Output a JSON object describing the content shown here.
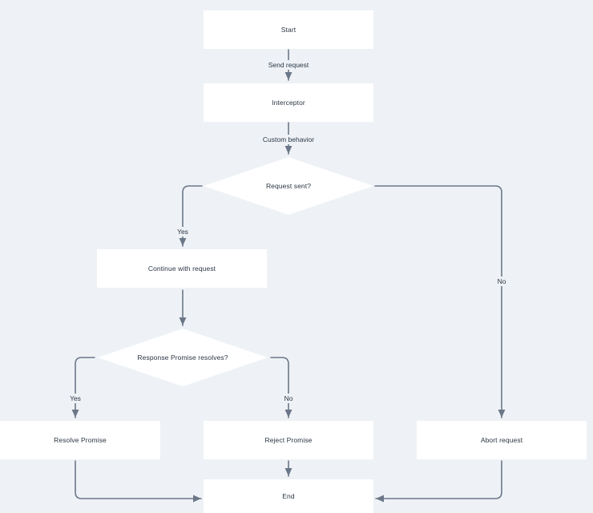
{
  "nodes": {
    "start": "Start",
    "interceptor": "Interceptor",
    "request_sent": "Request sent?",
    "continue": "Continue with request",
    "response_resolves": "Response Promise resolves?",
    "resolve": "Resolve Promise",
    "reject": "Reject Promise",
    "abort": "Abort request",
    "end": "End"
  },
  "edges": {
    "send_request": "Send request",
    "custom_behavior": "Custom behavior",
    "yes_1": "Yes",
    "no_1": "No",
    "yes_2": "Yes",
    "no_2": "No"
  },
  "colors": {
    "background": "#eef2f6",
    "node_fill": "#ffffff",
    "connector": "#6b7788",
    "text": "#2b3644"
  }
}
